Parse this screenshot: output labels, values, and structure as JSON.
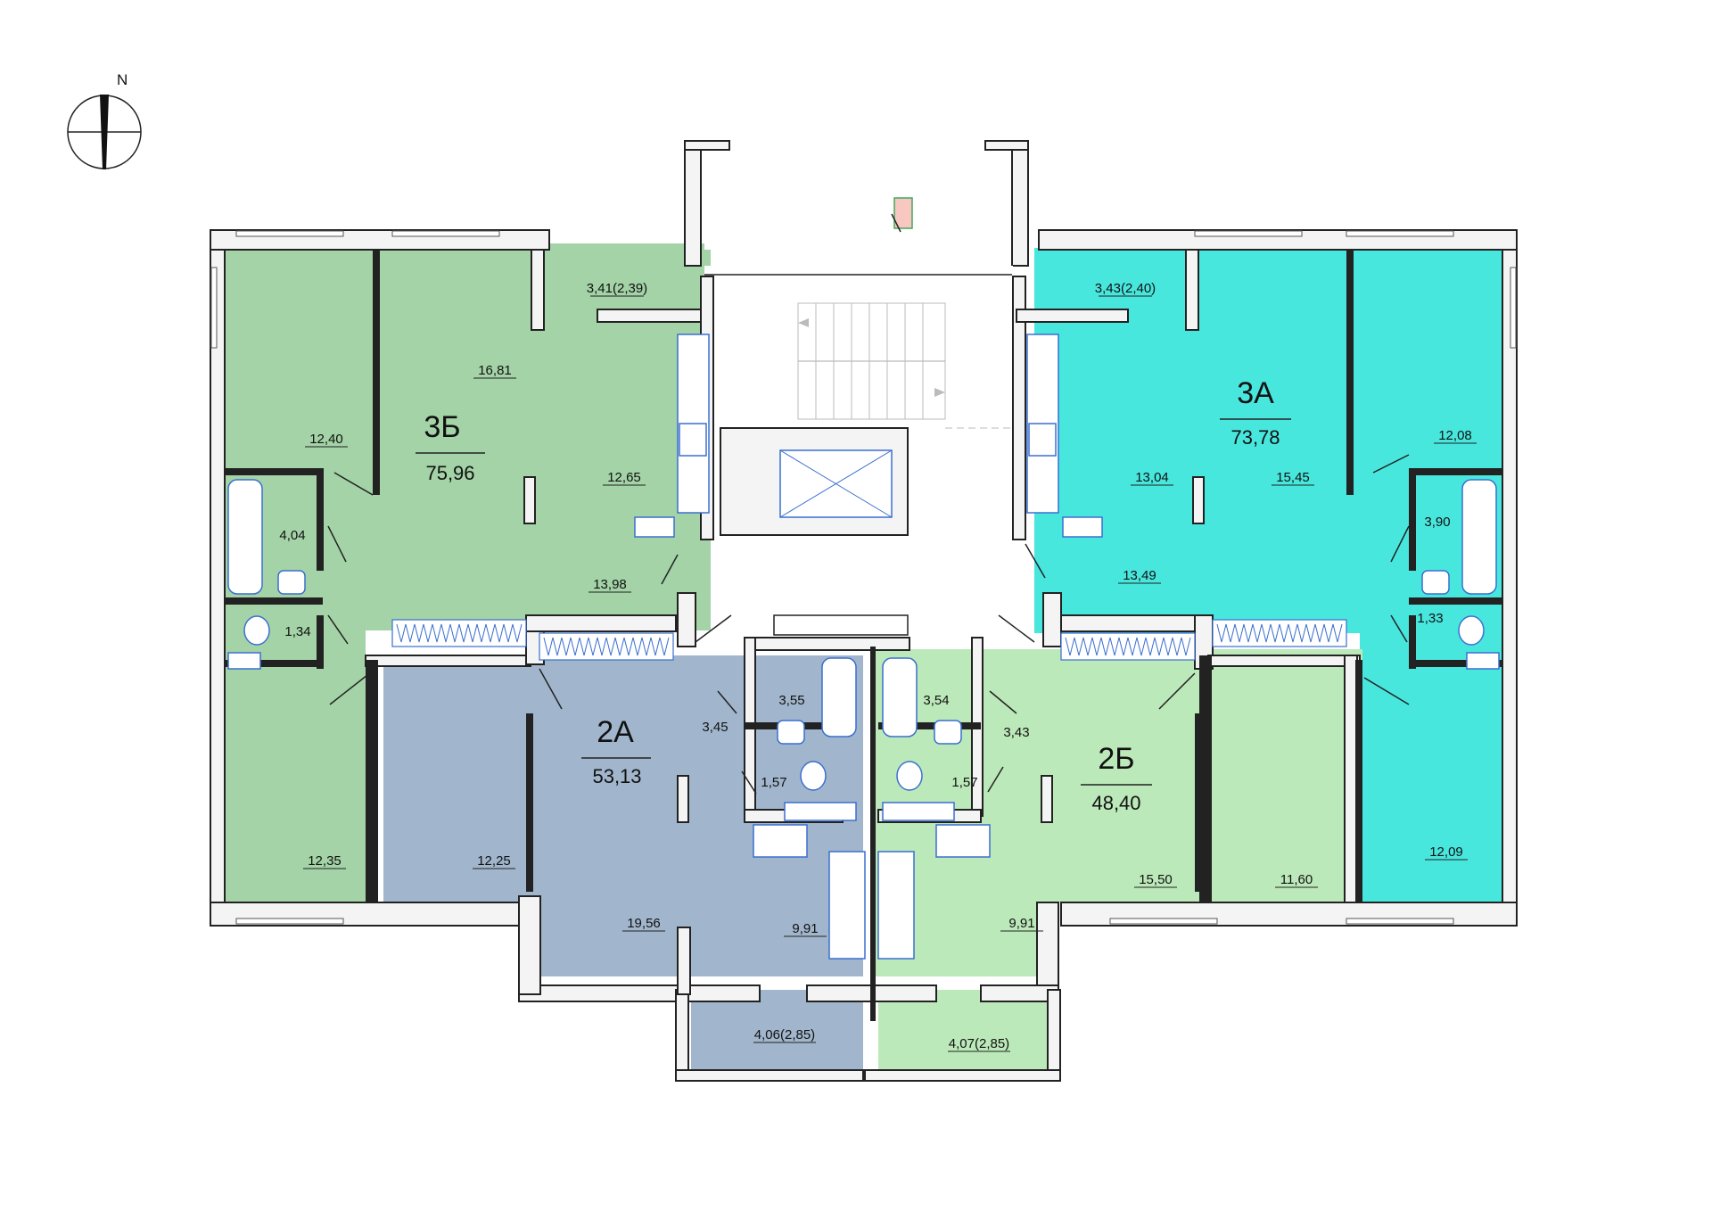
{
  "compass": {
    "north_label": "N"
  },
  "colors": {
    "apt_3b": "#a3d3a6",
    "apt_3a": "#48e7de",
    "apt_2a": "#a1b6cc",
    "apt_2b": "#bce9b9",
    "walls": "#222222",
    "fixtures": "#3a6fd0"
  },
  "apartments": [
    {
      "code": "3Б",
      "area": "75,96"
    },
    {
      "code": "3А",
      "area": "73,78"
    },
    {
      "code": "2А",
      "area": "53,13"
    },
    {
      "code": "2Б",
      "area": "48,40"
    }
  ],
  "rooms": {
    "apt_3b": [
      "3,41(2,39)",
      "16,81",
      "12,40",
      "12,65",
      "4,04",
      "13,98",
      "1,34",
      "12,35"
    ],
    "apt_3a": [
      "3,43(2,40)",
      "13,04",
      "15,45",
      "12,08",
      "3,90",
      "13,49",
      "1,33",
      "12,09"
    ],
    "apt_2a": [
      "3,45",
      "3,55",
      "1,57",
      "12,25",
      "19,56",
      "9,91",
      "4,06(2,85)"
    ],
    "apt_2b": [
      "3,54",
      "3,43",
      "1,57",
      "15,50",
      "11,60",
      "9,91",
      "4,07(2,85)"
    ]
  }
}
